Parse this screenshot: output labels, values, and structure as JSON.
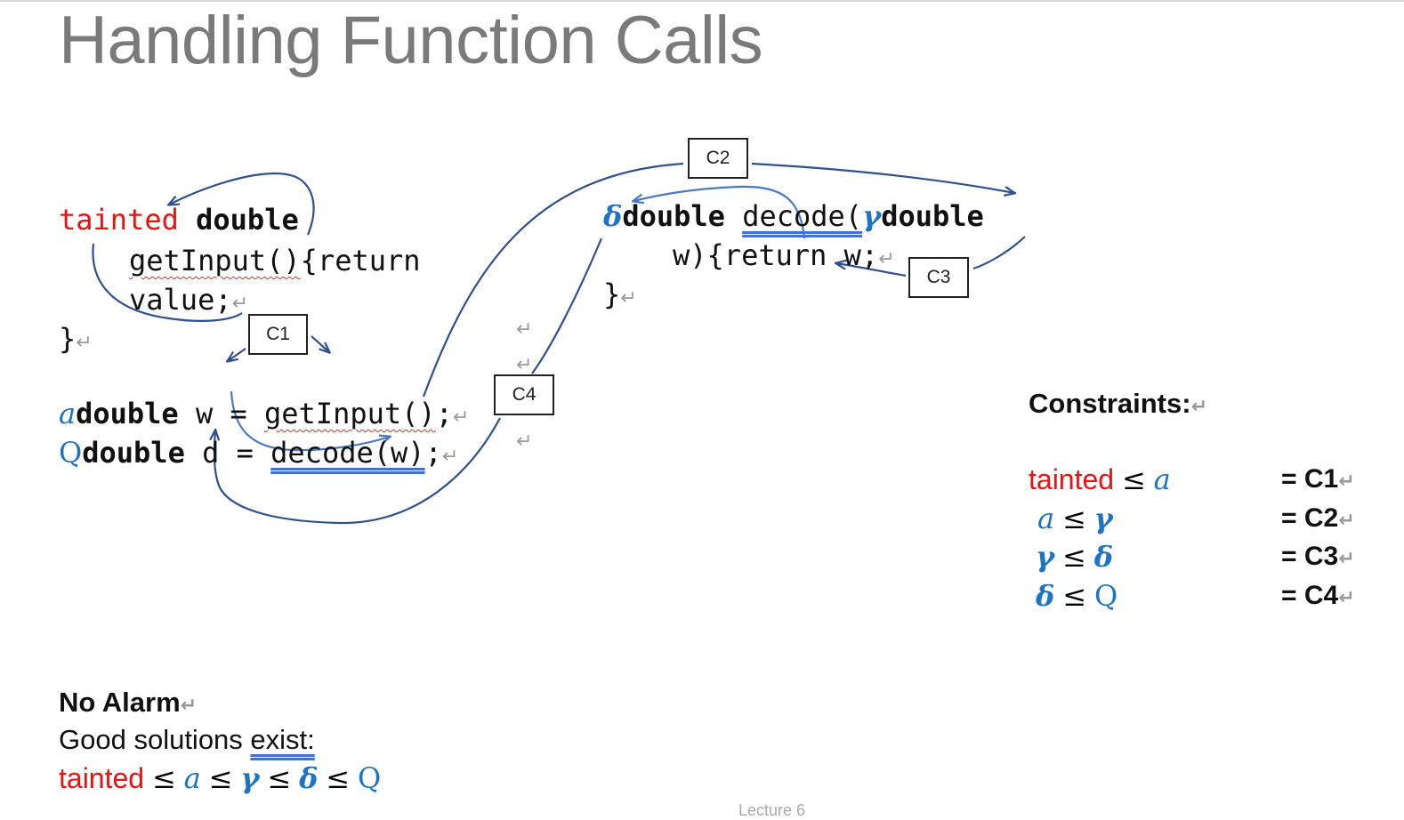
{
  "title": "Handling Function Calls",
  "return_mark": "↵",
  "code": {
    "tainted": "tainted",
    "double": "double",
    "getInput_call": "getInput()",
    "getInput_rest": "{return",
    "value_line": "value;",
    "close_brace": "}",
    "alpha": "a",
    "w_decl": "w",
    "eq": "=",
    "getInput_stmt": "getInput()",
    "semicolon": ";",
    "Q": "Q",
    "d_decl": "d",
    "decode_stmt": "decode(w)",
    "delta": "δ",
    "gamma": "γ",
    "decode_def": "decode(",
    "w_ret_line": "w){return",
    "w_ret_var": "w;"
  },
  "boxes": {
    "c1": "C1",
    "c2": "C2",
    "c3": "C3",
    "c4": "C4"
  },
  "constraints": {
    "header": "Constraints:",
    "le": "≤",
    "rows": [
      {
        "left": "tainted",
        "right": "a",
        "label": "= C1"
      },
      {
        "left": "a",
        "right": "γ",
        "label": "= C2"
      },
      {
        "left": "γ",
        "right": "δ",
        "label": "= C3"
      },
      {
        "left": "δ",
        "right": "Q",
        "label": "= C4"
      }
    ]
  },
  "summary": {
    "no_alarm": "No Alarm",
    "good_prefix": "Good solutions ",
    "good_exist": "exist:",
    "chain": [
      "tainted",
      "a",
      "γ",
      "δ",
      "Q"
    ]
  },
  "footer": "Lecture 6",
  "colors": {
    "red": "#ee1111",
    "blue": "#1d74c4",
    "arrow": "#2f4f8f",
    "title": "#7a7a7a"
  }
}
